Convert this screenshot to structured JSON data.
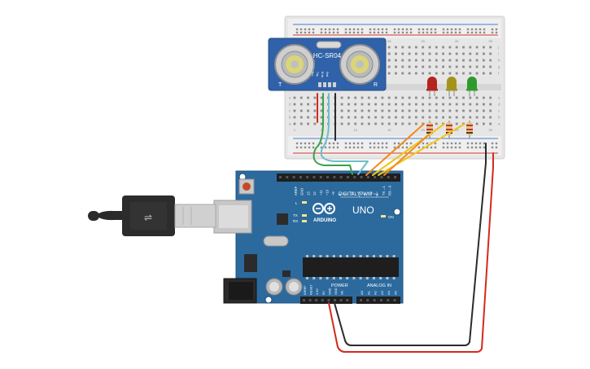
{
  "sensor": {
    "model": "HC-SR04",
    "left_mark": "T",
    "right_mark": "R",
    "pins": [
      "Vcc",
      "Trig",
      "Echo",
      "Gnd"
    ]
  },
  "breadboard": {
    "row_letters_top": [
      "j",
      "i",
      "h",
      "g",
      "f"
    ],
    "row_letters_bottom": [
      "e",
      "d",
      "c",
      "b",
      "a"
    ],
    "column_numbers": [
      "1",
      "5",
      "10",
      "15",
      "20",
      "25",
      "30"
    ]
  },
  "leds": [
    {
      "color_name": "red",
      "hex": "#b3241e"
    },
    {
      "color_name": "yellow",
      "hex": "#a4931b"
    },
    {
      "color_name": "green",
      "hex": "#2f9a2c"
    }
  ],
  "arduino": {
    "brand": "ARDUINO",
    "model": "UNO",
    "digital_label": "DIGITAL (PWM ~)",
    "digital_pins": [
      "AREF",
      "GND",
      "13",
      "12",
      "~11",
      "~10",
      "~9",
      "8",
      "7",
      "~6",
      "~5",
      "4",
      "~3",
      "2",
      "TX→1",
      "RX←0"
    ],
    "power_label": "POWER",
    "analog_label": "ANALOG IN",
    "power_pins": [
      "IOREF",
      "RESET",
      "3.3V",
      "5V",
      "GND",
      "GND",
      "Vin"
    ],
    "analog_pins": [
      "A0",
      "A1",
      "A2",
      "A3",
      "A4",
      "A5"
    ],
    "led_labels": {
      "l": "L",
      "tx": "TX",
      "rx": "RX",
      "on": "ON"
    }
  },
  "colors": {
    "board": "#2c6a9e",
    "breadboard": "#e9e9e9",
    "sensor_board": "#2f62a8",
    "wire_red": "#d42a1c",
    "wire_black": "#2b2b2b",
    "wire_orange": "#f08a1c",
    "wire_yellow": "#f0c419",
    "wire_green": "#36a14a",
    "wire_teal": "#6bbfc4"
  }
}
